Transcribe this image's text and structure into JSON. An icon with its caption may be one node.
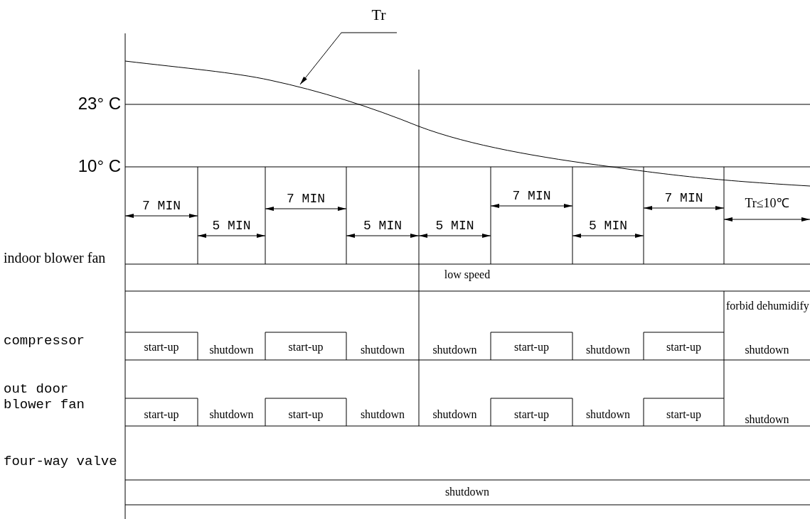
{
  "diagram": {
    "nodes": [
      {
        "text": [
          "Tr"
        ]
      },
      {
        "text": [],
        "shape": "line"
      }
    ],
    "edges": [
      {
        "from": 0,
        "to": 1,
        "arrow": "to"
      }
    ],
    "labels": [
      "23° C",
      "10° C",
      "7 MIN",
      "5 MIN",
      "7 MIN",
      "5 MIN",
      "5 MIN",
      "7 MIN",
      "5 MIN",
      "7 MIN",
      "Tr≤10℃",
      "indoor blower fan",
      "low speed",
      "compressor",
      "start-up",
      "shutdown",
      "start-up",
      "shutdown",
      "shutdown",
      "start-up",
      "shutdown",
      "start-up",
      "forbid dehumidify",
      "shutdown",
      "out door blower fan",
      "start-up",
      "shutdown",
      "start-up",
      "shutdown",
      "shutdown",
      "start-up",
      "shutdown",
      "start-up",
      "shutdown",
      "four-way valve",
      "shutdown"
    ]
  }
}
